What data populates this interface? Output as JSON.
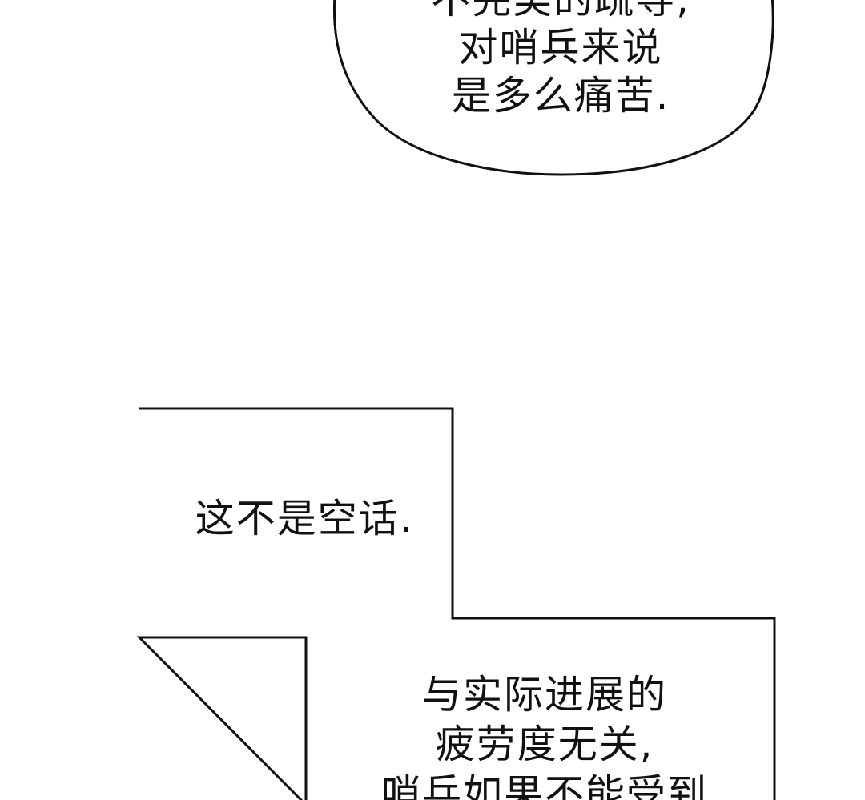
{
  "speech_bubble": {
    "lines": [
      "不完美的疏导,",
      "对哨兵来说",
      "是多么痛苦."
    ]
  },
  "caption_box_1": {
    "text": "这不是空话."
  },
  "caption_box_2": {
    "lines": [
      "与实际进展的",
      "疲劳度无关,",
      "哨兵如果不能受到"
    ]
  },
  "colors": {
    "background": "#ffffff",
    "ink": "#111111"
  }
}
